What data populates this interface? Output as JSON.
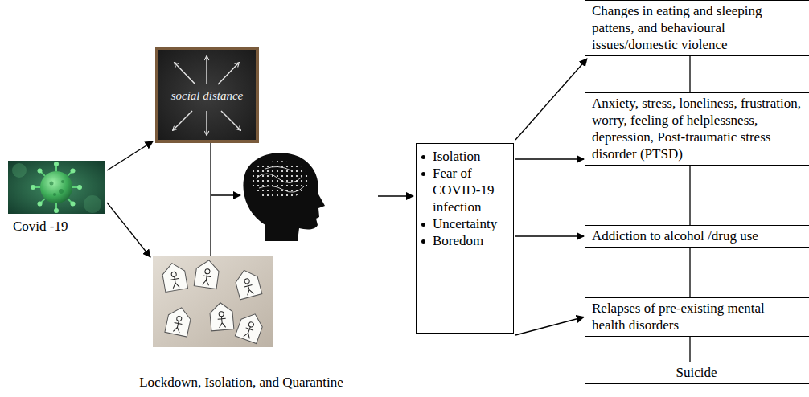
{
  "diagram": {
    "nodes": [
      {
        "text": [
          "Covid -19"
        ]
      },
      {
        "text": [
          "social distance"
        ]
      },
      {
        "text": [
          "Lockdown, Isolation, and Quarantine"
        ]
      },
      {
        "text": [
          "Isolation",
          "Fear of COVID-19 infection",
          "Uncertainty",
          "Boredom"
        ]
      },
      {
        "text": [
          "Changes in eating and sleeping pattens, and behavioural issues/domestic violence"
        ]
      },
      {
        "text": [
          "Anxiety, stress, loneliness, frustration, worry, feeling of helplessness, depression, Post-traumatic stress disorder (PTSD)"
        ]
      },
      {
        "text": [
          "Addiction to alcohol /drug use"
        ]
      },
      {
        "text": [
          "Relapses of pre-existing mental health disorders"
        ]
      },
      {
        "text": [
          "Suicide"
        ]
      }
    ],
    "edges": [
      {
        "from": 0,
        "to": 1,
        "arrow": "to"
      },
      {
        "from": 0,
        "to": 2,
        "arrow": "to"
      },
      {
        "from": 3,
        "to": 4,
        "arrow": "to"
      },
      {
        "from": 3,
        "to": 5,
        "arrow": "to"
      },
      {
        "from": 3,
        "to": 6,
        "arrow": "to"
      },
      {
        "from": 3,
        "to": 7,
        "arrow": "to"
      },
      {
        "from": 4,
        "to": 5,
        "arrow": "none"
      },
      {
        "from": 5,
        "to": 6,
        "arrow": "none"
      },
      {
        "from": 6,
        "to": 7,
        "arrow": "none"
      },
      {
        "from": 7,
        "to": 8,
        "arrow": "none"
      }
    ]
  }
}
